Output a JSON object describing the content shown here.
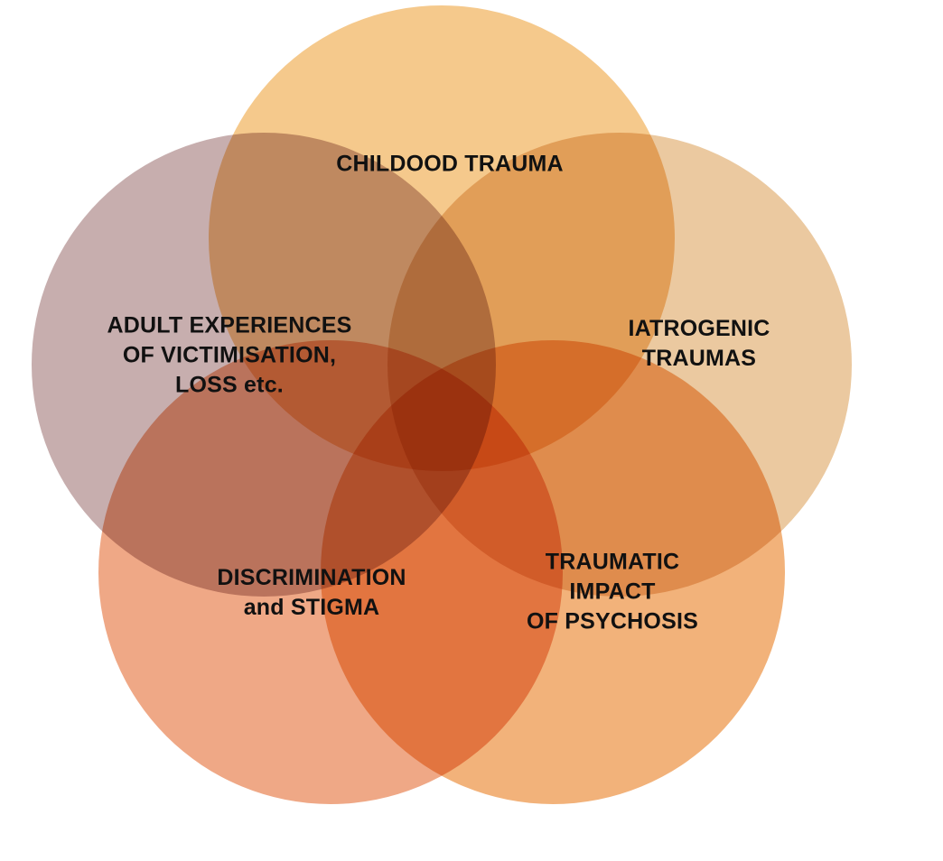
{
  "diagram": {
    "circles": [
      {
        "id": "childhood",
        "color": "#F5C98C",
        "lines": [
          "CHILDOOD TRAUMA"
        ]
      },
      {
        "id": "iatrogenic",
        "color": "#EBC9A0",
        "lines": [
          "IATROGENIC",
          "TRAUMAS"
        ]
      },
      {
        "id": "traumatic",
        "color": "#F2B27A",
        "lines": [
          "TRAUMATIC",
          "IMPACT",
          "OF PSYCHOSIS"
        ]
      },
      {
        "id": "discrimination",
        "color": "#EFA886",
        "lines": [
          "DISCRIMINATION",
          "and STIGMA"
        ]
      },
      {
        "id": "adult",
        "color": "#C7AEAE",
        "lines": [
          "ADULT EXPERIENCES",
          "OF VICTIMISATION,",
          "LOSS etc."
        ]
      }
    ]
  }
}
